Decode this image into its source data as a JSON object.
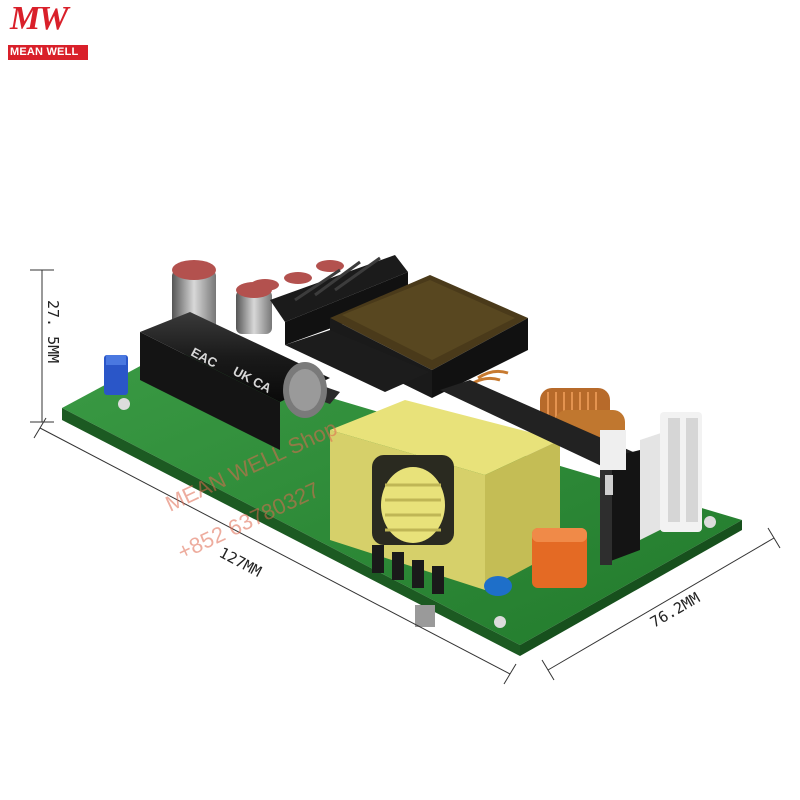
{
  "logo": {
    "mark": "MW",
    "brand": "MEAN WELL",
    "color": "#d9202a"
  },
  "dimensions": {
    "height": "27. 5MM",
    "length": "127MM",
    "width": "76.2MM"
  },
  "watermark": {
    "line1": "MEAN WELL Shop",
    "line2": "+852 63780327"
  },
  "product": {
    "board_color": "#2f8a3a",
    "transformer_color": "#e8e27a"
  }
}
